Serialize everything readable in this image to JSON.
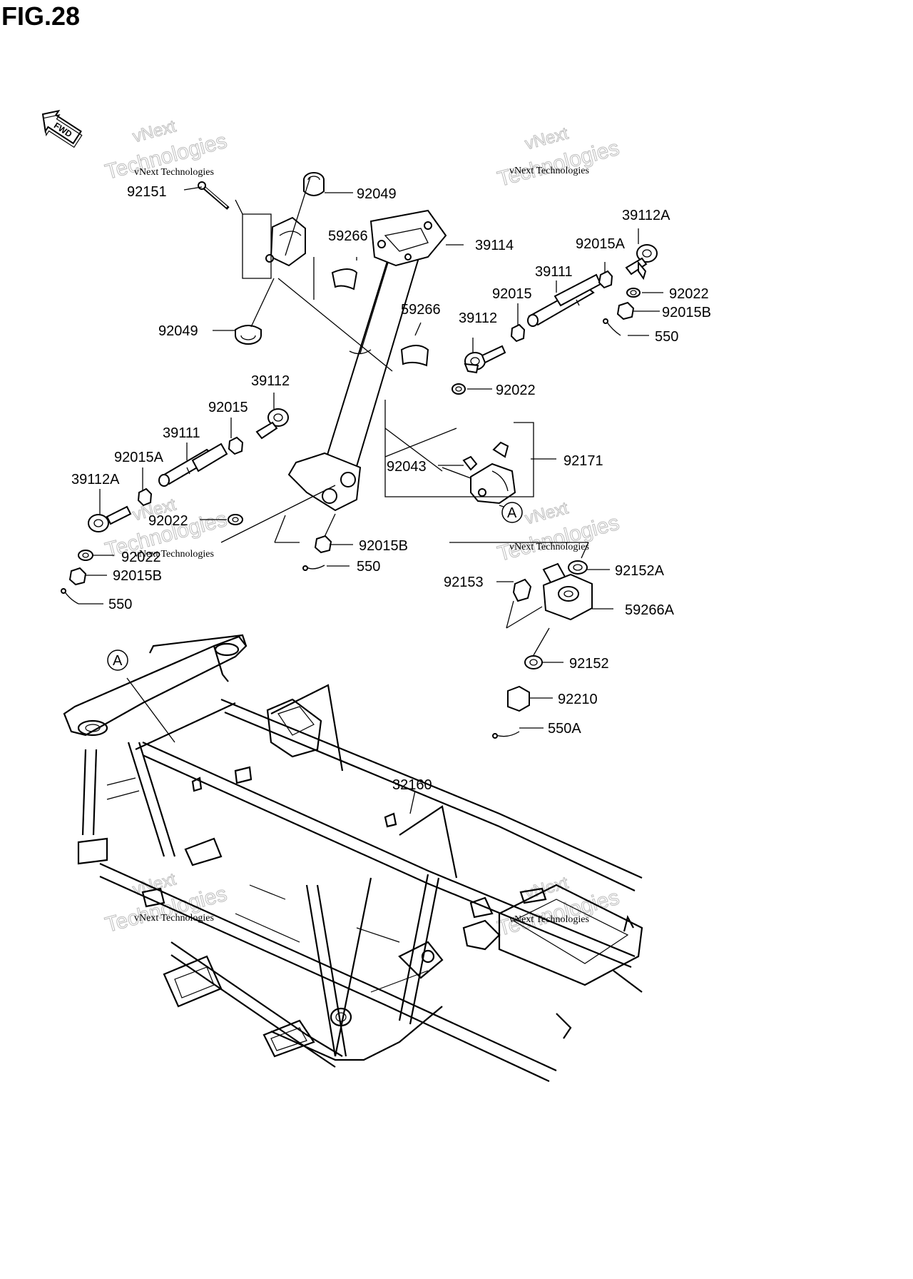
{
  "figure_title": "FIG.28",
  "fwd_badge": "FWD",
  "watermark_small": "vNext Technologies",
  "watermark_top": "vNext",
  "watermark_bottom": "Technologies",
  "callouts": [
    {
      "id": "c01",
      "text": "92151"
    },
    {
      "id": "c02",
      "text": "92049"
    },
    {
      "id": "c03",
      "text": "59266"
    },
    {
      "id": "c04",
      "text": "39114"
    },
    {
      "id": "c05",
      "text": "92049"
    },
    {
      "id": "c06",
      "text": "59266"
    },
    {
      "id": "c07",
      "text": "39112A"
    },
    {
      "id": "c08",
      "text": "92015A"
    },
    {
      "id": "c09",
      "text": "39111"
    },
    {
      "id": "c10",
      "text": "92015"
    },
    {
      "id": "c11",
      "text": "92022"
    },
    {
      "id": "c12",
      "text": "92015B"
    },
    {
      "id": "c13",
      "text": "39112"
    },
    {
      "id": "c14",
      "text": "550"
    },
    {
      "id": "c15",
      "text": "92022"
    },
    {
      "id": "c16",
      "text": "39112"
    },
    {
      "id": "c17",
      "text": "92015"
    },
    {
      "id": "c18",
      "text": "39111"
    },
    {
      "id": "c19",
      "text": "92015A"
    },
    {
      "id": "c20",
      "text": "92043"
    },
    {
      "id": "c21",
      "text": "92171"
    },
    {
      "id": "c22",
      "text": "39112A"
    },
    {
      "id": "c23",
      "text": "92022"
    },
    {
      "id": "c24",
      "text": "92015B"
    },
    {
      "id": "c25",
      "text": "92022"
    },
    {
      "id": "c26",
      "text": "550"
    },
    {
      "id": "c27",
      "text": "92015B"
    },
    {
      "id": "c28",
      "text": "550"
    },
    {
      "id": "c29",
      "text": "92152A"
    },
    {
      "id": "c30",
      "text": "92153"
    },
    {
      "id": "c31",
      "text": "59266A"
    },
    {
      "id": "c32",
      "text": "92152"
    },
    {
      "id": "c33",
      "text": "92210"
    },
    {
      "id": "c34",
      "text": "550A"
    },
    {
      "id": "c35",
      "text": "32160"
    }
  ],
  "reference_marks": [
    {
      "id": "r1",
      "text": "A"
    },
    {
      "id": "r2",
      "text": "A"
    }
  ]
}
